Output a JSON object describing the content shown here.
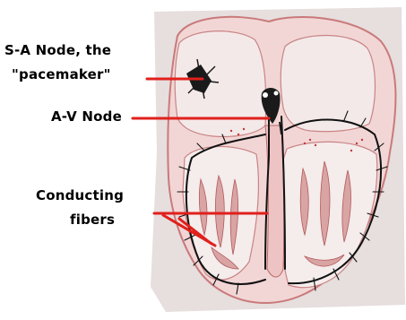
{
  "labels": {
    "sa_node_line1": "S-A Node, the",
    "sa_node_line2": "\"pacemaker\"",
    "av_node": "A-V Node",
    "conducting_line1": "Conducting",
    "conducting_line2": "fibers"
  },
  "colors": {
    "background": "#ffffff",
    "heart_shadow": "#e6dcdc",
    "heart_wall": "#f1dada",
    "chamber": "#f3e8e8",
    "muscle": "#d8a6a6",
    "muscle_stroke": "#b25a5a",
    "pointer": "#e0201c",
    "fibers": "#000000",
    "node": "#1a1a1a"
  },
  "icons": {
    "sa_node": "sa-node-marker",
    "av_node": "av-node-marker"
  }
}
